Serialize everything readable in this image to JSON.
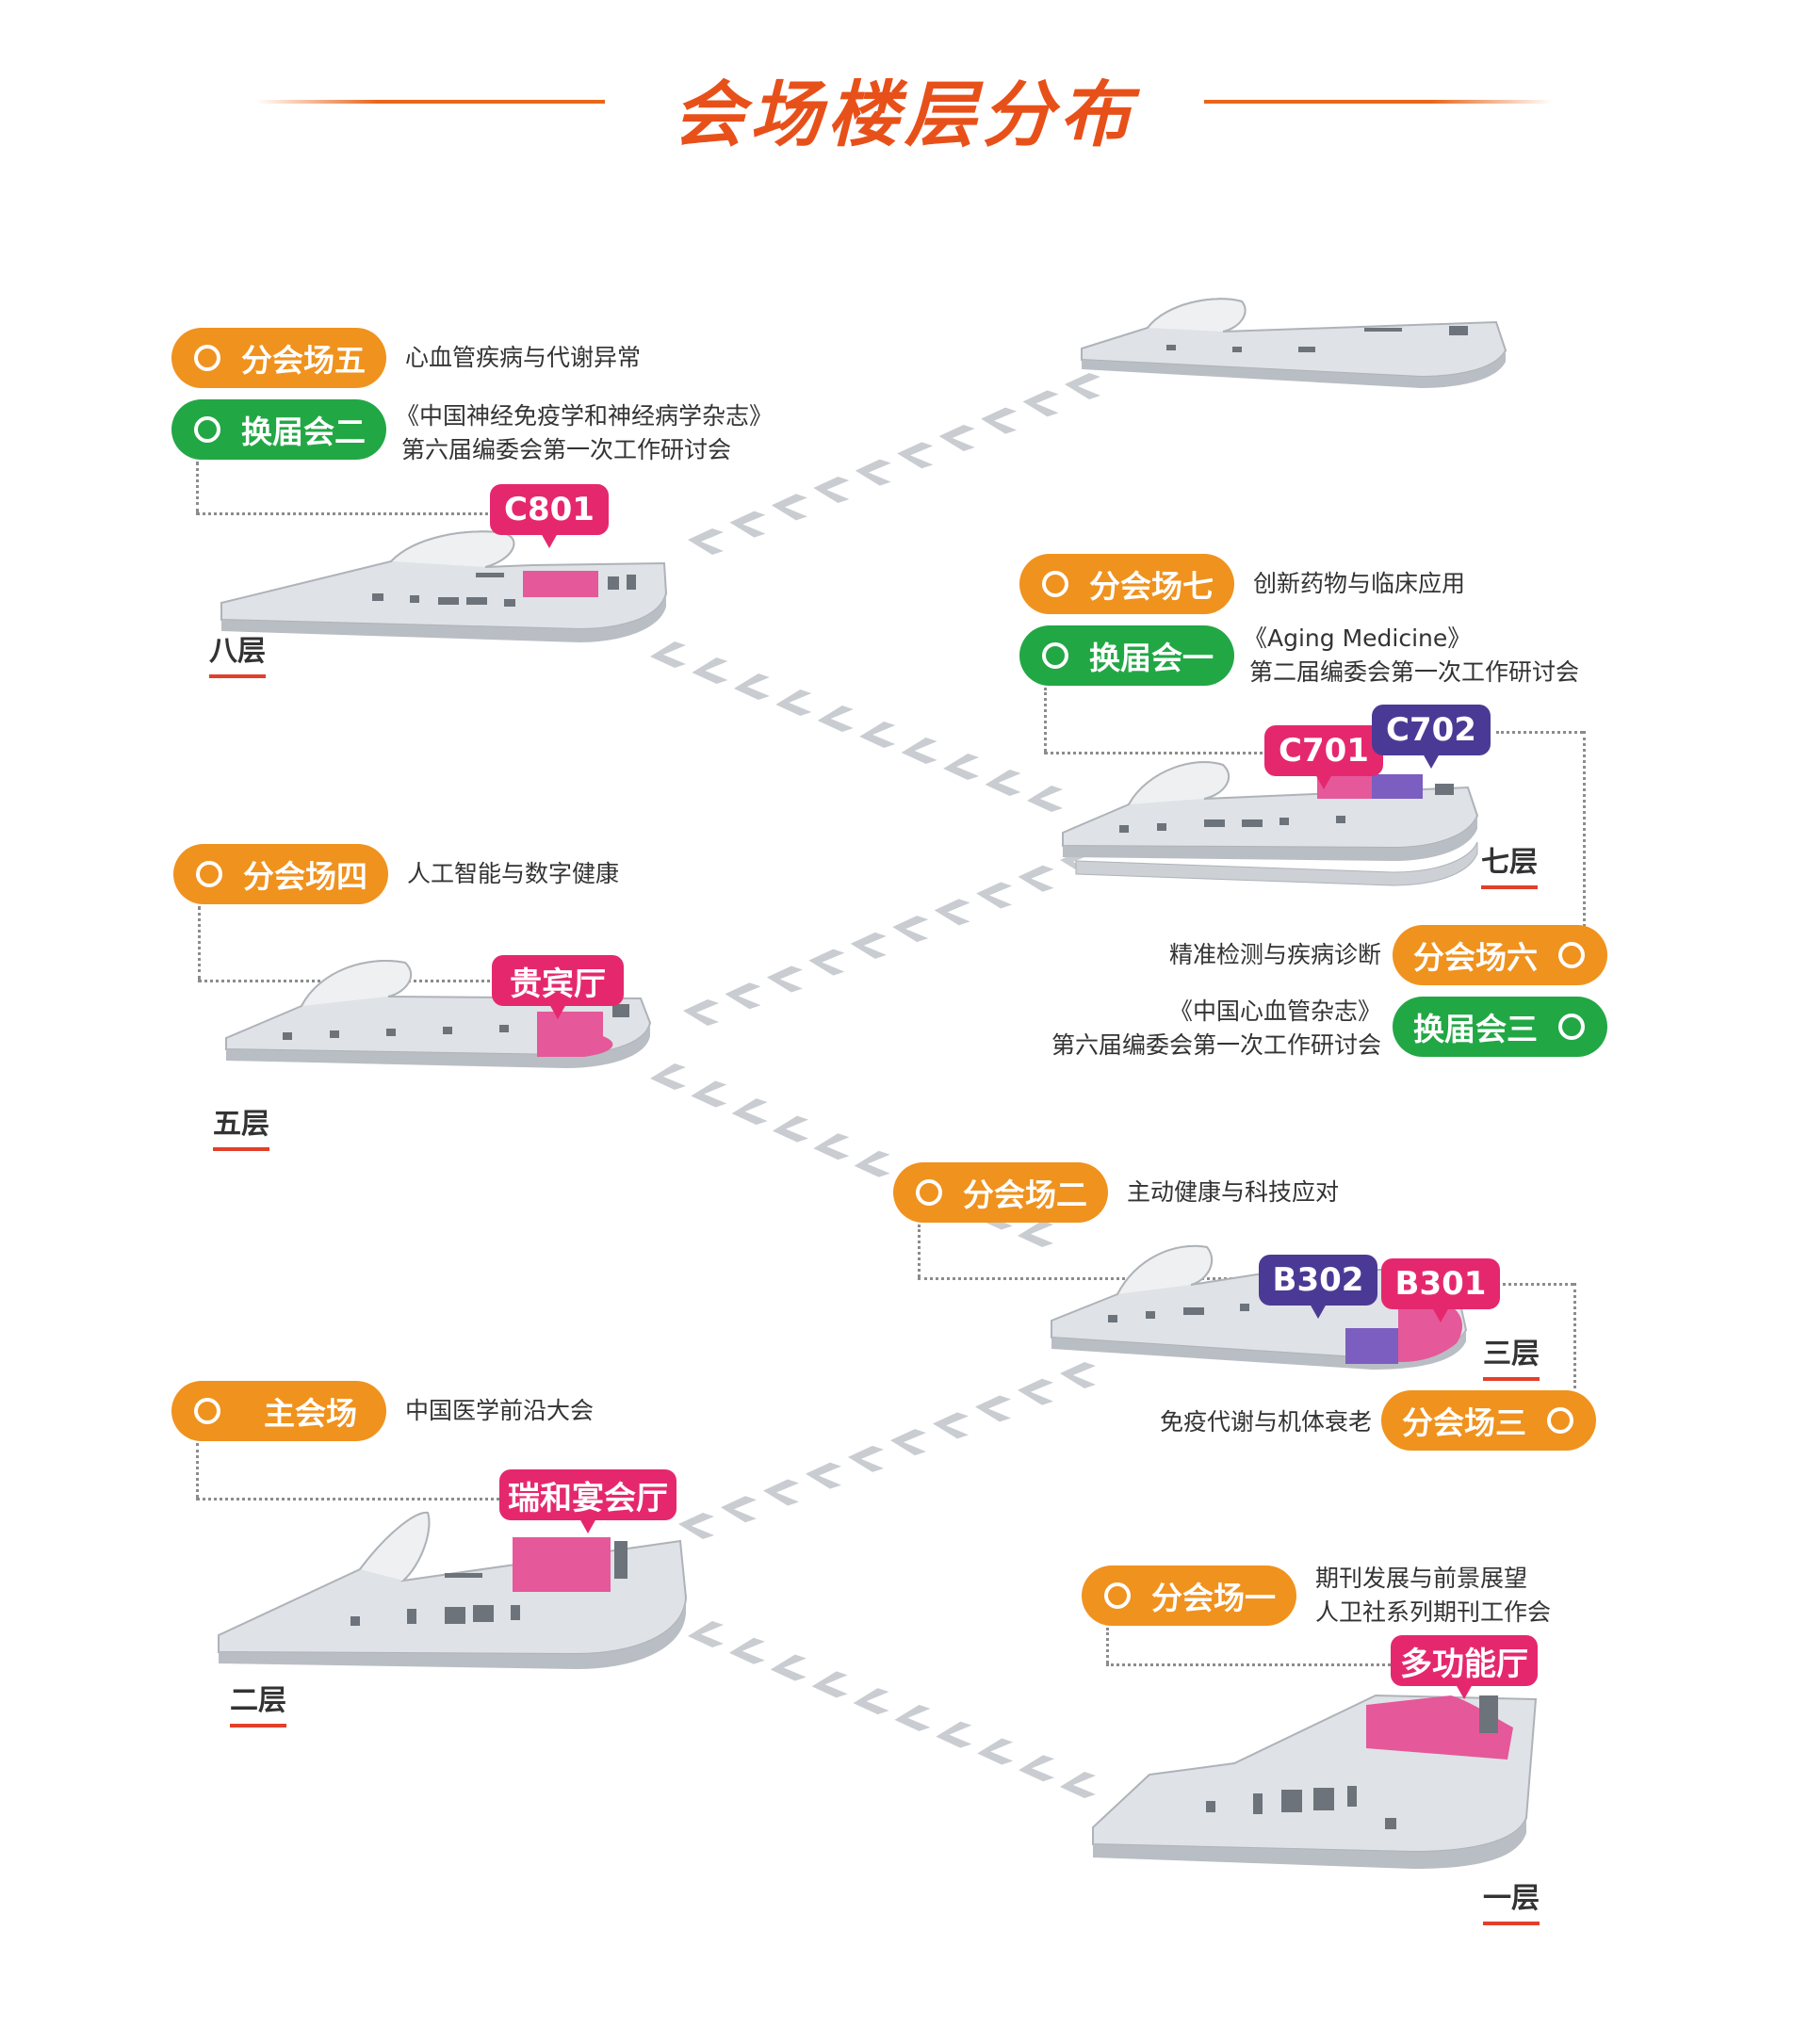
{
  "title": "会场楼层分布",
  "colors": {
    "orange": "#f0921e",
    "green": "#22a745",
    "pink": "#e5286e",
    "purple": "#4b3a95",
    "title": "#e8501a"
  },
  "floors": {
    "f8": {
      "label": "八层",
      "pills": [
        {
          "text": "分会场五",
          "color": "orange",
          "desc": [
            "心血管疾病与代谢异常"
          ]
        },
        {
          "text": "换届会二",
          "color": "green",
          "desc": [
            "《中国神经免疫学和神经病学杂志》",
            "第六届编委会第一次工作研讨会"
          ]
        }
      ],
      "rooms": [
        "C801"
      ]
    },
    "f7": {
      "label": "七层",
      "pills": [
        {
          "text": "分会场七",
          "color": "orange",
          "desc": [
            "创新药物与临床应用"
          ]
        },
        {
          "text": "换届会一",
          "color": "green",
          "desc": [
            "《Aging Medicine》",
            "第二届编委会第一次工作研讨会"
          ]
        },
        {
          "text": "分会场六",
          "color": "orange",
          "desc": [
            "精准检测与疾病诊断"
          ]
        },
        {
          "text": "换届会三",
          "color": "green",
          "desc": [
            "《中国心血管杂志》",
            "第六届编委会第一次工作研讨会"
          ]
        }
      ],
      "rooms": [
        "C701",
        "C702"
      ]
    },
    "f5": {
      "label": "五层",
      "pills": [
        {
          "text": "分会场四",
          "color": "orange",
          "desc": [
            "人工智能与数字健康"
          ]
        }
      ],
      "rooms": [
        "贵宾厅"
      ]
    },
    "f3": {
      "label": "三层",
      "pills": [
        {
          "text": "分会场二",
          "color": "orange",
          "desc": [
            "主动健康与科技应对"
          ]
        },
        {
          "text": "分会场三",
          "color": "orange",
          "desc": [
            "免疫代谢与机体衰老"
          ]
        }
      ],
      "rooms": [
        "B302",
        "B301"
      ]
    },
    "f2": {
      "label": "二层",
      "pills": [
        {
          "text": "主会场",
          "color": "orange",
          "desc": [
            "中国医学前沿大会"
          ]
        }
      ],
      "rooms": [
        "瑞和宴会厅"
      ]
    },
    "f1": {
      "label": "一层",
      "pills": [
        {
          "text": "分会场一",
          "color": "orange",
          "desc": [
            "期刊发展与前景展望",
            "人卫社系列期刊工作会"
          ]
        }
      ],
      "rooms": [
        "多功能厅"
      ]
    }
  }
}
